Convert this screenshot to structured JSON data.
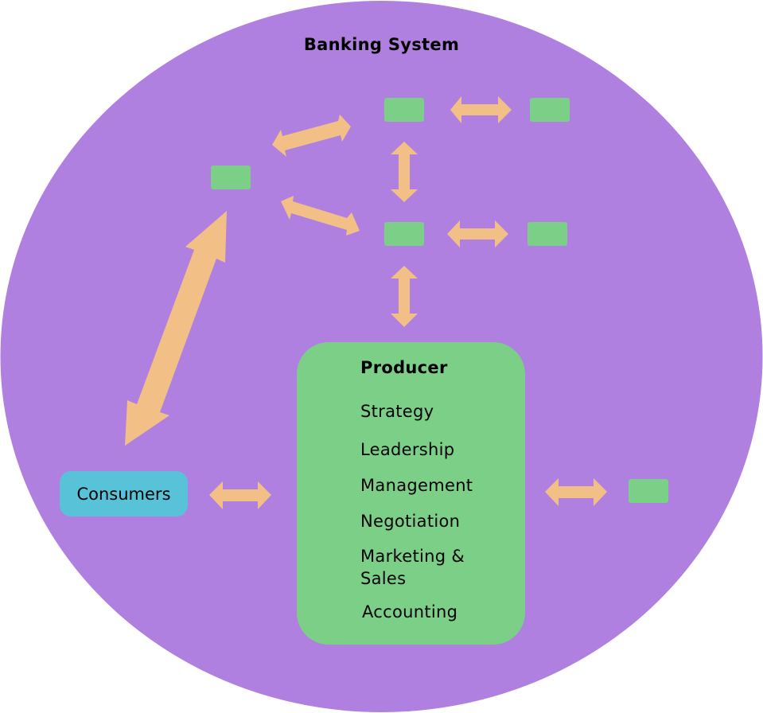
{
  "title": "Banking System",
  "producer": {
    "title": "Producer",
    "items": [
      "Strategy",
      "Leadership",
      "Management",
      "Negotiation",
      "Marketing & Sales",
      "Accounting"
    ]
  },
  "consumers": {
    "label": "Consumers"
  },
  "colors": {
    "background": "#af80e0",
    "node": "#7ccf87",
    "producer": "#7ccf87",
    "consumers": "#58c3d8",
    "arrow": "#f2c087"
  }
}
